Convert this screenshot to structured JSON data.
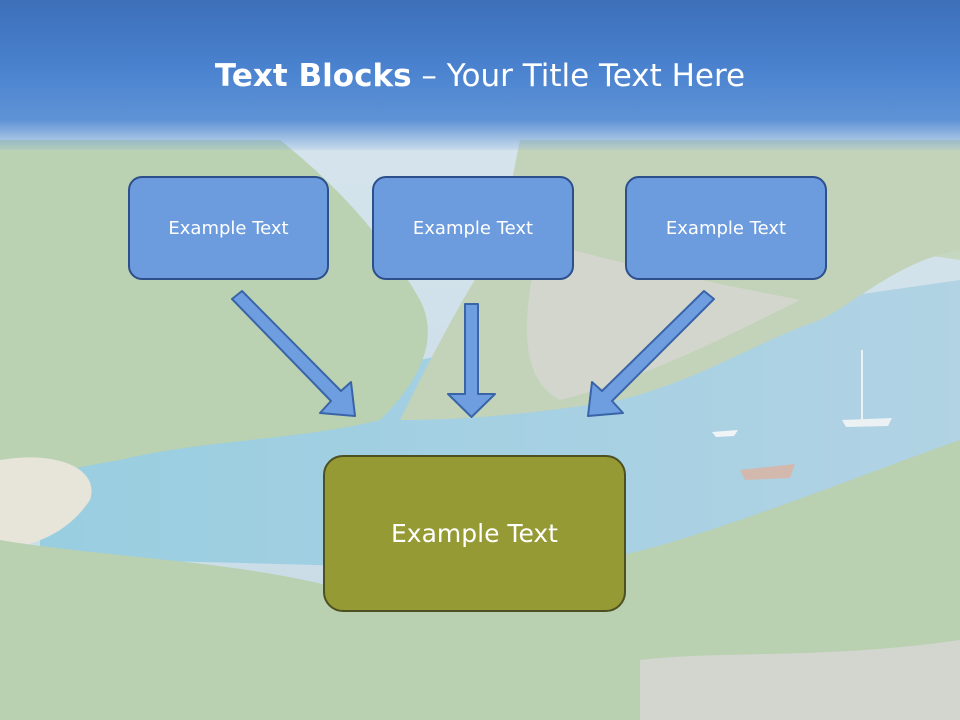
{
  "slide": {
    "title_bold": "Text Blocks",
    "title_sep": " – ",
    "title_rest": "Your Title Text Here"
  },
  "blocks": [
    {
      "label": "Example Text"
    },
    {
      "label": "Example Text"
    },
    {
      "label": "Example Text"
    }
  ],
  "main_block": {
    "label": "Example Text"
  },
  "colors": {
    "header_blue": "#4a82cf",
    "block_blue": "#6c9bde",
    "block_border": "#2d4f8c",
    "main_olive": "#969a34",
    "arrow_fill": "#6e9ee0"
  }
}
